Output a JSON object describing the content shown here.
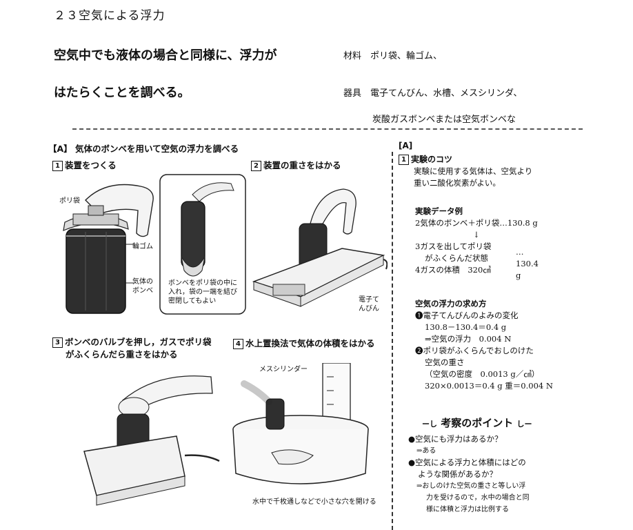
{
  "header": {
    "title": "２３空気による浮力",
    "lead_line1": "空気中でも液体の場合と同様に、浮力が",
    "lead_line2": "はたらくことを調べる。",
    "materials": "材料　ポリ袋、輪ゴム、",
    "instruments": "器具　電子てんびん、水槽、メスシリンダ、",
    "instruments2": "炭酸ガスボンベまたは空気ボンベな"
  },
  "section_a": {
    "heading": "【A】 気体のボンベを用いて空気の浮力を調べる",
    "step1": {
      "num": "1",
      "label": "装置をつくる"
    },
    "step2": {
      "num": "2",
      "label": "装置の重さをはかる"
    },
    "step3": {
      "num": "3",
      "label_line1": "ボンベのバルブを押し，ガスでポリ袋",
      "label_line2": "がふくらんだら重さをはかる"
    },
    "step4": {
      "num": "4",
      "label": "水上置換法で気体の体積をはかる"
    },
    "labels": {
      "polybag": "ポリ袋",
      "rubber": "輪ゴム",
      "gas_line1": "気体の",
      "gas_line2": "ボンベ",
      "inset_line1": "ボンベをポリ袋の中に",
      "inset_line2": "入れ，袋の一端を結び",
      "inset_line3": "密閉してもよい",
      "balance_line1": "電子て",
      "balance_line2": "んびん",
      "cylinder": "メスシリンダー",
      "caption4": "水中で千枚通しなどで小さな穴を開ける"
    }
  },
  "side": {
    "heading": "[A]",
    "tips_num": "1",
    "tips_title": "実験のコツ",
    "tips_line1": "実験に使用する気体は、空気より",
    "tips_line2": "重い二酸化炭素がよい。",
    "data_title": "実験データ例",
    "data_row1": "2気体のボンベ＋ポリ袋…130.8 g",
    "data_arrow": "↓",
    "data_row2a": "3ガスを出してポリ袋",
    "data_row2b": "がふくらんだ状態",
    "data_row2_val": "…130.4 g",
    "data_row3": "4ガスの体積　320㎤",
    "buoy_title": "空気の浮力の求め方",
    "buoy_a": "❶電子てんびんのよみの変化",
    "buoy_a_calc": "130.8－130.4＝0.4 g",
    "buoy_a_res": "⇒空気の浮力　0.004 N",
    "buoy_b1": "❷ポリ袋がふくらんでおしのけた",
    "buoy_b2": "空気の重さ",
    "buoy_b3": "（空気の密度　0.0013 g／㎤）",
    "buoy_b4": "320×0.0013＝0.4 g 重＝0.004 N",
    "points_title": "考察のポイント",
    "q1": "●空気にも浮力はあるか？",
    "a1": "⇒ある",
    "q2a": "●空気による浮力と体積にはどの",
    "q2b": "ような関係があるか？",
    "a2a": "⇒おしのけた空気の重さと等しい浮",
    "a2b": "力を受けるので，水中の場合と同",
    "a2c": "様に体積と浮力は比例する"
  }
}
